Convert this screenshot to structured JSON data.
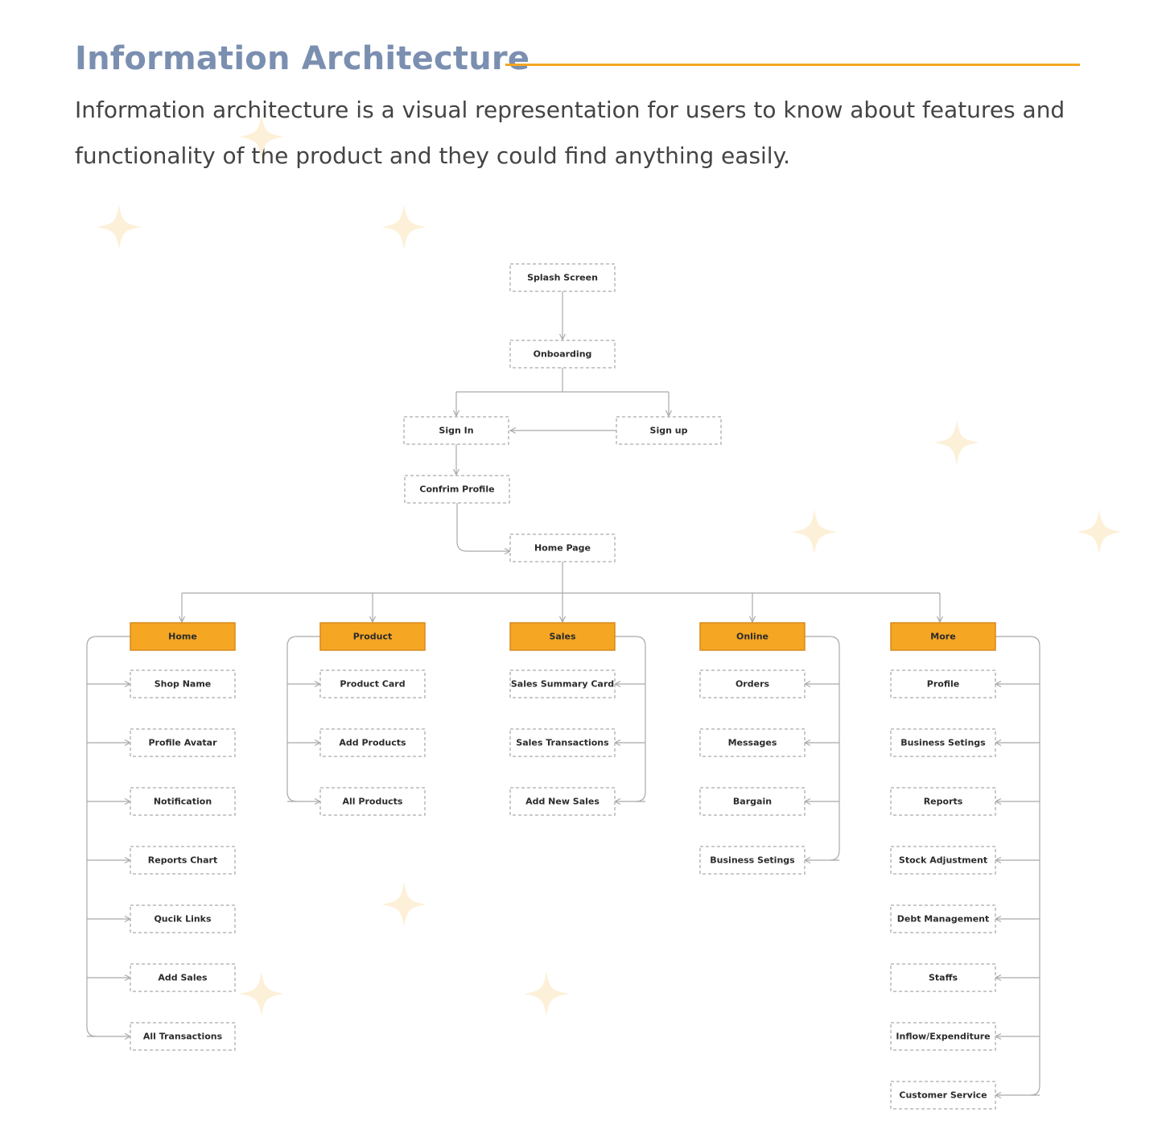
{
  "header": {
    "title": "Information Architecture",
    "description": "Information architecture is a visual representation for users to know about features and functionality of the product and they could find anything easily."
  },
  "colors": {
    "title": "#7b8fb0",
    "accent": "#f5a623",
    "star": "#fdf0d8",
    "connector": "#a9a9a9"
  },
  "flow": {
    "splash": "Splash Screen",
    "onboarding": "Onboarding",
    "sign_in": "Sign In",
    "sign_up": "Sign up",
    "confirm_profile": "Confrim Profile",
    "home_page": "Home Page"
  },
  "categories": [
    {
      "label": "Home",
      "items": [
        "Shop Name",
        "Profile Avatar",
        "Notification",
        "Reports Chart",
        "Qucik Links",
        "Add Sales",
        "All Transactions"
      ]
    },
    {
      "label": "Product",
      "items": [
        "Product Card",
        "Add Products",
        "All Products"
      ]
    },
    {
      "label": "Sales",
      "items": [
        "Sales Summary Card",
        "Sales Transactions",
        "Add New Sales"
      ]
    },
    {
      "label": "Online",
      "items": [
        "Orders",
        "Messages",
        "Bargain",
        "Business Setings"
      ]
    },
    {
      "label": "More",
      "items": [
        "Profile",
        "Business Setings",
        "Reports",
        "Stock Adjustment",
        "Debt Management",
        "Staffs",
        "Inflow/Expenditure",
        "Customer Service"
      ]
    }
  ]
}
